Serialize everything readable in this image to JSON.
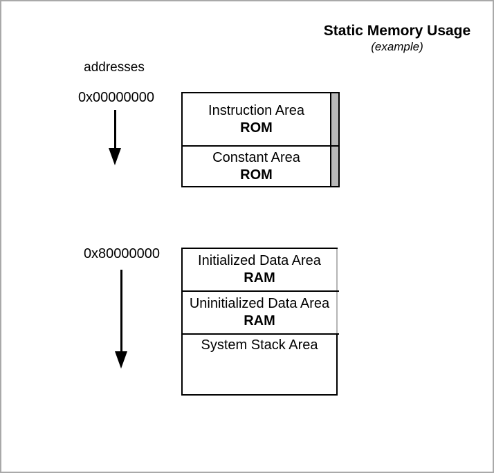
{
  "title": {
    "main": "Static Memory Usage",
    "subtitle": "(example)"
  },
  "labels": {
    "addresses": "addresses"
  },
  "rom": {
    "address": "0x00000000",
    "cells": [
      {
        "name": "Instruction Area",
        "type": "ROM"
      },
      {
        "name": "Constant Area",
        "type": "ROM"
      }
    ]
  },
  "ram": {
    "address": "0x80000000",
    "cells": [
      {
        "name": "Initialized Data Area",
        "type": "RAM"
      },
      {
        "name": "Uninitialized Data Area",
        "type": "RAM"
      },
      {
        "name": "System Stack Area",
        "type": ""
      }
    ]
  },
  "colors": {
    "background": "#ffffff",
    "page_border": "#a9a9a9",
    "line": "#000000",
    "text": "#000000",
    "rom_strip": "#b9b9b9",
    "ram_right_border_gray": "#b5b5b5"
  }
}
